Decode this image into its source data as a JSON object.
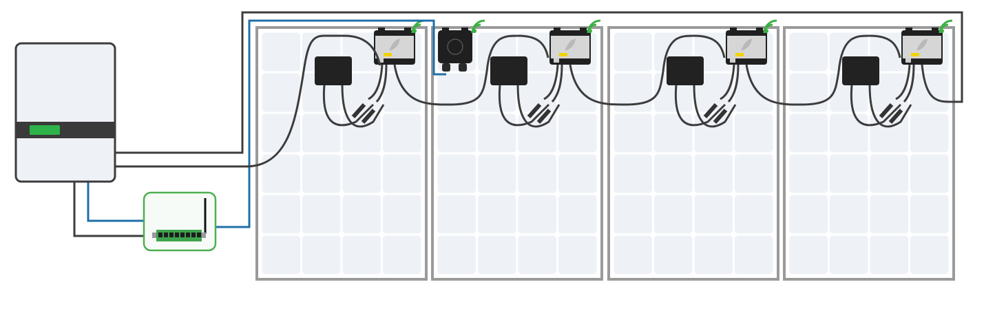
{
  "diagram": {
    "components": {
      "inverter": {
        "icon": "inverter-icon",
        "display_color": "#2db34a",
        "body_color": "#eef1f5"
      },
      "gateway": {
        "icon": "gateway-icon",
        "frame_color": "#4caf50",
        "board_color": "#3fa34d"
      },
      "rapid_shutdown_transmitter": {
        "icon": "transmitter-icon"
      },
      "panels": [
        {
          "id": "panel-1",
          "optimizer": "optimizer-icon"
        },
        {
          "id": "panel-2",
          "optimizer": "optimizer-icon"
        },
        {
          "id": "panel-3",
          "optimizer": "optimizer-icon"
        },
        {
          "id": "panel-4",
          "optimizer": "optimizer-icon"
        }
      ],
      "panel_grid": {
        "columns": 4,
        "rows": 6
      },
      "wireless_indicator": {
        "icon": "wifi-signal-icon",
        "color": "#3cb043"
      }
    },
    "colors": {
      "dc_cable": "#3c3c3c",
      "comm_cable": "#1f6fa8",
      "panel_frame": "#9a9a9a",
      "panel_cell": "#eef1f6",
      "junction_box": "#222222",
      "optimizer_body": "#d6d6d6",
      "optimizer_label": "#f0d400"
    }
  }
}
